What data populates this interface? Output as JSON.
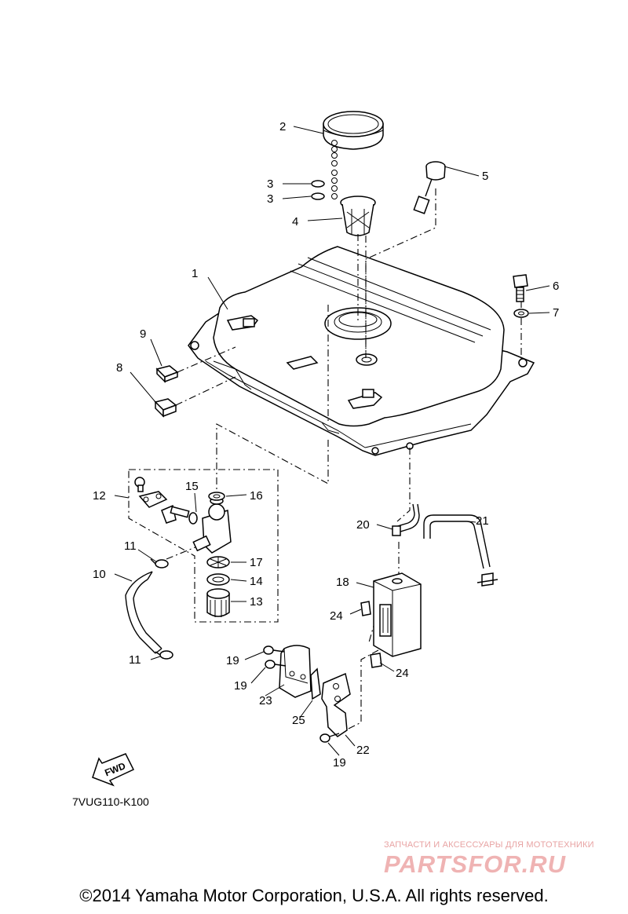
{
  "diagram": {
    "code": "7VUG110-K100",
    "fwd_label": "FWD",
    "callouts": [
      {
        "id": "c1",
        "label": "1"
      },
      {
        "id": "c2",
        "label": "2"
      },
      {
        "id": "c3a",
        "label": "3"
      },
      {
        "id": "c3b",
        "label": "3"
      },
      {
        "id": "c4",
        "label": "4"
      },
      {
        "id": "c5",
        "label": "5"
      },
      {
        "id": "c6",
        "label": "6"
      },
      {
        "id": "c7",
        "label": "7"
      },
      {
        "id": "c8",
        "label": "8"
      },
      {
        "id": "c9",
        "label": "9"
      },
      {
        "id": "c10",
        "label": "10"
      },
      {
        "id": "c11a",
        "label": "11"
      },
      {
        "id": "c11b",
        "label": "11"
      },
      {
        "id": "c12",
        "label": "12"
      },
      {
        "id": "c13",
        "label": "13"
      },
      {
        "id": "c14",
        "label": "14"
      },
      {
        "id": "c15",
        "label": "15"
      },
      {
        "id": "c16",
        "label": "16"
      },
      {
        "id": "c17",
        "label": "17"
      },
      {
        "id": "c18",
        "label": "18"
      },
      {
        "id": "c19a",
        "label": "19"
      },
      {
        "id": "c19b",
        "label": "19"
      },
      {
        "id": "c19c",
        "label": "19"
      },
      {
        "id": "c20",
        "label": "20"
      },
      {
        "id": "c21",
        "label": "21"
      },
      {
        "id": "c22",
        "label": "22"
      },
      {
        "id": "c23",
        "label": "23"
      },
      {
        "id": "c24a",
        "label": "24"
      },
      {
        "id": "c24b",
        "label": "24"
      },
      {
        "id": "c25",
        "label": "25"
      }
    ]
  },
  "footer": {
    "copyright": "©2014 Yamaha Motor Corporation, U.S.A. All rights reserved."
  },
  "watermark": {
    "tagline": "ЗАПЧАСТИ И АКСЕССУАРЫ ДЛЯ МОТОТЕХНИКИ",
    "logo": "PARTSFOR.RU"
  }
}
